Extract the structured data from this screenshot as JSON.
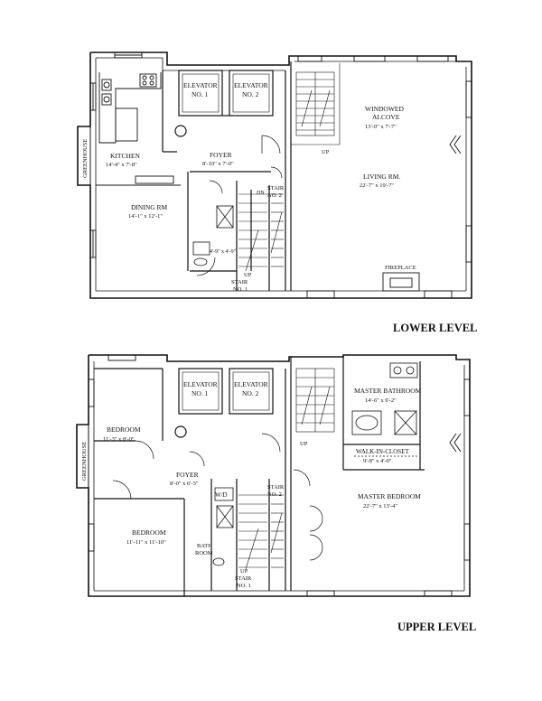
{
  "lower_level": {
    "title": "LOWER LEVEL",
    "rooms": {
      "greenhouse": "GREENHOUSE",
      "kitchen": "KITCHEN",
      "kitchen_dim": "14'-4\" x 7'-8\"",
      "elevator1_a": "ELEVATOR",
      "elevator1_b": "NO. 1",
      "elevator2_a": "ELEVATOR",
      "elevator2_b": "NO. 2",
      "foyer": "FOYER",
      "foyer_dim": "8'-10\" x 7'-0\"",
      "dining": "DINING RM",
      "dining_dim": "14'-1\" x 12'-1\"",
      "powder_dim": "4'-9\" x 4'-9\"",
      "stair2_a": "STAIR",
      "stair2_b": "NO. 2",
      "dn": "DN",
      "up_stair1": "UP",
      "stair1_a": "STAIR",
      "stair1_b": "NO. 1",
      "up_main": "UP",
      "alcove_a": "WINDOWED",
      "alcove_b": "ALCOVE",
      "alcove_dim": "13'-0\" x 7'-7\"",
      "living": "LIVING RM.",
      "living_dim": "22'-7\" x 19'-7\"",
      "fireplace": "FIREPLACE"
    }
  },
  "upper_level": {
    "title": "UPPER LEVEL",
    "rooms": {
      "greenhouse": "GREENHOUSE",
      "elevator1_a": "ELEVATOR",
      "elevator1_b": "NO. 1",
      "elevator2_a": "ELEVATOR",
      "elevator2_b": "NO. 2",
      "bedroom_a": "BEDROOM",
      "bedroom_a_dim": "11'-3\" x 8'-0\"",
      "foyer": "FOYER",
      "foyer_dim": "8'-0\" x 6'-3\"",
      "wd": "W/D",
      "bedroom_b": "BEDROOM",
      "bedroom_b_dim": "11'-11\" x 11'-10\"",
      "bath_a": "BATH",
      "bath_b": "ROOM",
      "stair2_a": "STAIR",
      "stair2_b": "NO. 2",
      "up_stair1": "UP",
      "stair1_a": "STAIR",
      "stair1_b": "NO. 1",
      "up_main": "UP",
      "master_bath": "MASTER BATHROOM",
      "master_bath_dim": "14'-6\" x 9'-2\"",
      "wic": "WALK-IN-CLOSET",
      "wic_dim": "9'-8\" x 4'-0\"",
      "master_bed": "MASTER BEDROOM",
      "master_bed_dim": "22'-7\" x 13'-4\""
    }
  }
}
